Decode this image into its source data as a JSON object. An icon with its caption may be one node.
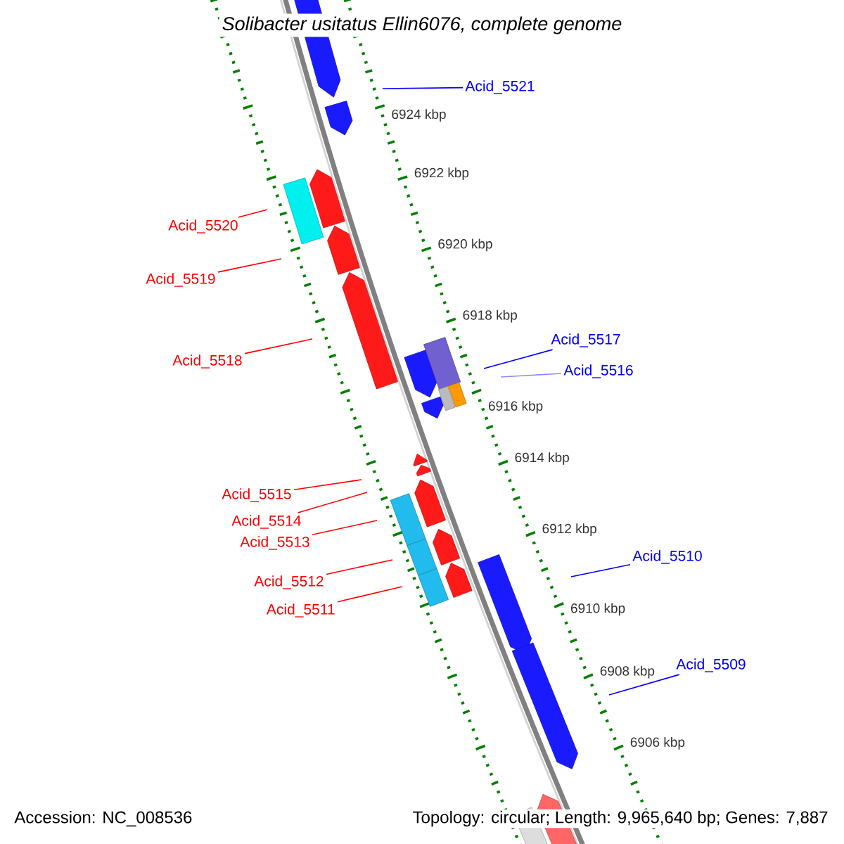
{
  "diagram": {
    "title": "Solibacter usitatus Ellin6076, complete genome",
    "nodes": [
      {
        "text": [
          "Acid_5521"
        ]
      },
      {
        "text": [
          "Acid_5520"
        ]
      },
      {
        "text": [
          "Acid_5519"
        ]
      },
      {
        "text": [
          "Acid_5518"
        ]
      },
      {
        "text": [
          "Acid_5517"
        ]
      },
      {
        "text": [
          "Acid_5516"
        ]
      },
      {
        "text": [
          "Acid_5515"
        ]
      },
      {
        "text": [
          "Acid_5514"
        ]
      },
      {
        "text": [
          "Acid_5513"
        ]
      },
      {
        "text": [
          "Acid_5512"
        ]
      },
      {
        "text": [
          "Acid_5511"
        ]
      },
      {
        "text": [
          "Acid_5510"
        ]
      },
      {
        "text": [
          "Acid_5509"
        ]
      }
    ],
    "edges": [
      {
        "from": 0,
        "to": null,
        "arrow": "none",
        "color": "#0000ff"
      },
      {
        "from": 1,
        "to": null,
        "arrow": "none"
      },
      {
        "from": 2,
        "to": null,
        "arrow": "none"
      },
      {
        "from": 3,
        "to": null,
        "arrow": "none"
      },
      {
        "from": 4,
        "to": null,
        "arrow": "none",
        "color": "#0000ff"
      },
      {
        "from": 5,
        "to": null,
        "arrow": "none",
        "color": "#8a8aff"
      },
      {
        "from": 6,
        "to": null,
        "arrow": "none"
      },
      {
        "from": 7,
        "to": null,
        "arrow": "none"
      },
      {
        "from": 8,
        "to": null,
        "arrow": "none"
      },
      {
        "from": 9,
        "to": null,
        "arrow": "none"
      },
      {
        "from": 10,
        "to": null,
        "arrow": "none"
      },
      {
        "from": 11,
        "to": null,
        "arrow": "none",
        "color": "#0000ff"
      },
      {
        "from": 12,
        "to": null,
        "arrow": "none",
        "color": "#0000ff"
      }
    ],
    "labels": [
      "6924 kbp",
      "6922 kbp",
      "6920 kbp",
      "6918 kbp",
      "6916 kbp",
      "6914 kbp",
      "6912 kbp",
      "6910 kbp",
      "6908 kbp",
      "6906 kbp",
      "Accession: NC_008536",
      "Topology: circular; Length: 9,965,640 bp; Genes: 7,887"
    ]
  }
}
